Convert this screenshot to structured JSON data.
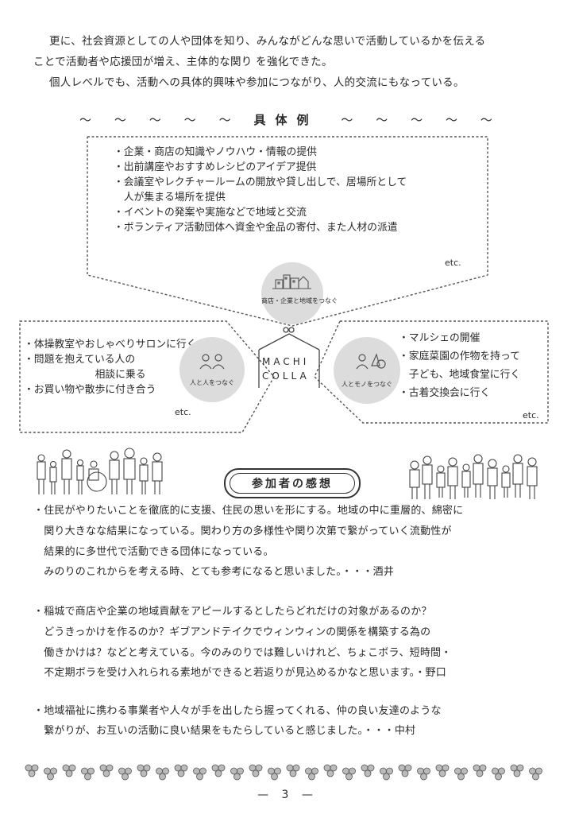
{
  "intro": {
    "line1": "更に、社会資源としての人や団体を知り、みんながどんな思いで活動しているかを伝える",
    "line2": "ことで活動者や応援団が増え、主体的な関り を強化できた。",
    "line3": "個人レベルでも、活動への具体的興味や参加につながり、人的交流にもなっている。"
  },
  "examples_heading": {
    "tilde": "～",
    "title": "具体例"
  },
  "top_box": {
    "items": [
      "・企業・商店の知識やノウハウ・情報の提供",
      "・出前講座やおすすめレシピのアイデア提供",
      "・会議室やレクチャールームの開放や貸し出しで、居場所として",
      "　人が集まる場所を提供",
      "・イベントの発案や実施などで地域と交流",
      "・ボランティア活動団体へ資金や金品の寄付、また人材の派遣"
    ],
    "etc": "etc."
  },
  "circles": {
    "top_label": "商店・企業と地域をつなぐ",
    "left_label": "人と人をつなぐ",
    "right_label": "人とモノをつなぐ"
  },
  "logo": {
    "line1": "MACHI",
    "line2": "COLLA"
  },
  "left_box": {
    "items": [
      "・体操教室やおしゃべりサロンに行く",
      "・問題を抱えている人の",
      "　　　　　　　相談に乗る",
      "・お買い物や散歩に付き合う"
    ],
    "etc": "etc."
  },
  "right_box": {
    "items": [
      "・マルシェの開催",
      "・家庭菜園の作物を持って",
      "　子ども、地域食堂に行く",
      "・古着交換会に行く"
    ],
    "etc": "etc."
  },
  "impressions_title": "参加者の感想",
  "comments": [
    "・住民がやりたいことを徹底的に支援、住民の思いを形にする。地域の中に重層的、綿密に",
    "　関り大きなな結果になっている。関わり方の多様性や関り次第で繋がっていく流動性が",
    "　結果的に多世代で活動できる団体になっている。",
    "　みのりのこれからを考える時、とても参考になると思いました。・・・酒井",
    "・稲城で商店や企業の地域貢献をアピールするとしたらどれだけの対象があるのか？",
    "　どうきっかけを作るのか？ギブアンドテイクでウィンウィンの関係を構築する為の",
    "　働きかけは？などと考えている。今のみのりでは難しいけれど、ちょこボラ、短時間・",
    "　不定期ボラを受け入れられる素地ができると若返りが見込めるかなと思います。・野口",
    "・地域福祉に携わる事業者や人々が手を出したら握ってくれる、仲の良い友達のような",
    "　繋がりが、お互いの活動に良い結果をもたらしていると感じました。・・・中村"
  ],
  "page_number": "— 3 —"
}
